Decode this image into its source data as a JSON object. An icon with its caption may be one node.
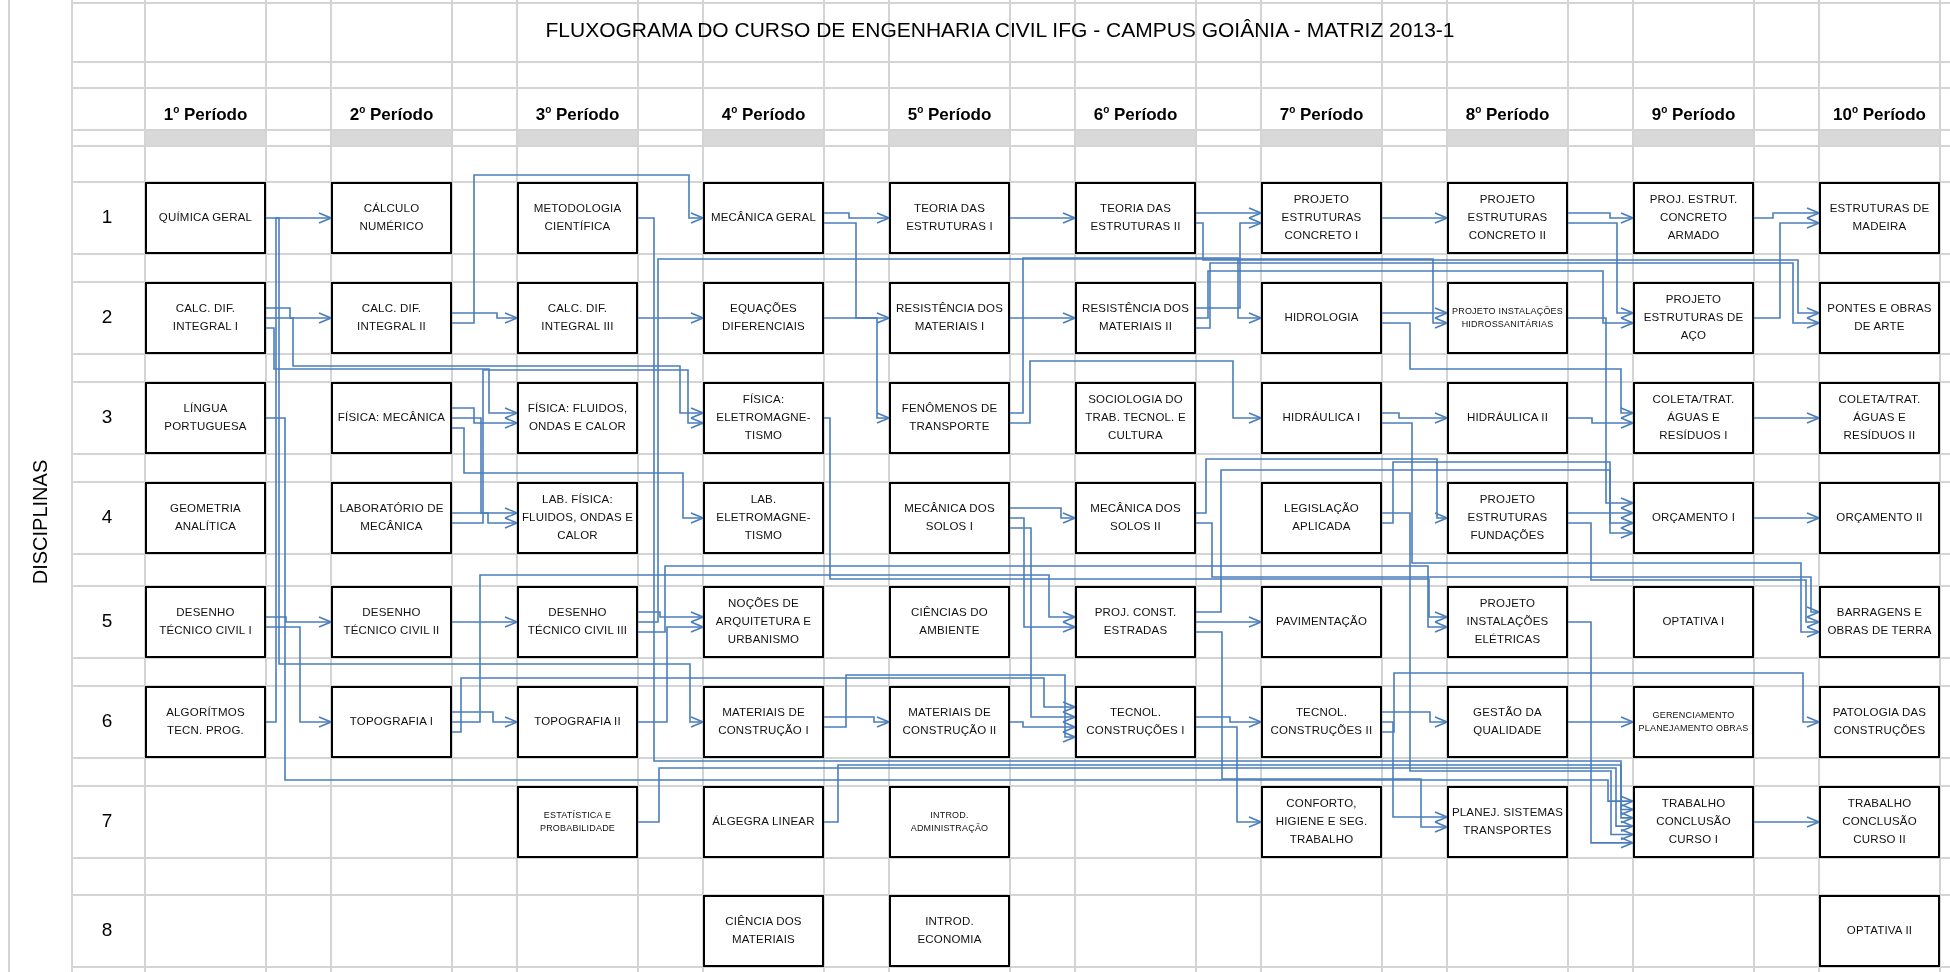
{
  "diagram": {
    "title": "FLUXOGRAMA DO CURSO DE ENGENHARIA CIVIL IFG - CAMPUS GOIÂNIA - MATRIZ 2013-1",
    "nodes": [
      {
        "text": [
          "QUÍMICA GERAL"
        ]
      },
      {
        "text": [
          "CÁLCULO NUMÉRICO"
        ]
      },
      {
        "text": [
          "METODOLOGIA CIENTÍFICA"
        ]
      },
      {
        "text": [
          "MECÂNICA GERAL"
        ]
      },
      {
        "text": [
          "TEORIA DAS ESTRUTURAS I"
        ]
      },
      {
        "text": [
          "TEORIA DAS ESTRUTURAS II"
        ]
      },
      {
        "text": [
          "PROJETO ESTRUTURAS CONCRETO I"
        ]
      },
      {
        "text": [
          "PROJETO ESTRUTURAS CONCRETO II"
        ]
      },
      {
        "text": [
          "PROJ. ESTRUT. CONCRETO ARMADO"
        ]
      },
      {
        "text": [
          "ESTRUTURAS DE MADEIRA"
        ]
      },
      {
        "text": [
          "CALC. DIF. INTEGRAL I"
        ]
      },
      {
        "text": [
          "CALC. DIF. INTEGRAL II"
        ]
      },
      {
        "text": [
          "CALC. DIF. INTEGRAL III"
        ]
      },
      {
        "text": [
          "EQUAÇÕES DIFERENCIAIS"
        ]
      },
      {
        "text": [
          "RESISTÊNCIA DOS MATERIAIS I"
        ]
      },
      {
        "text": [
          "RESISTÊNCIA DOS MATERIAIS II"
        ]
      },
      {
        "text": [
          "HIDROLOGIA"
        ]
      },
      {
        "text": [
          "PROJETO INSTALAÇÕES HIDROSSANITÁRIAS"
        ]
      },
      {
        "text": [
          "PROJETO ESTRUTURAS DE AÇO"
        ]
      },
      {
        "text": [
          "PONTES E OBRAS DE ARTE"
        ]
      },
      {
        "text": [
          "LÍNGUA PORTUGUESA"
        ]
      },
      {
        "text": [
          "FÍSICA: MECÂNICA"
        ]
      },
      {
        "text": [
          "FÍSICA: FLUIDOS, ONDAS E CALOR"
        ]
      },
      {
        "text": [
          "FÍSICA: ELETROMAGNE-TISMO"
        ]
      },
      {
        "text": [
          "FENÔMENOS DE TRANSPORTE"
        ]
      },
      {
        "text": [
          "SOCIOLOGIA DO TRAB. TECNOL. E CULTURA"
        ]
      },
      {
        "text": [
          "HIDRÁULICA I"
        ]
      },
      {
        "text": [
          "HIDRÁULICA II"
        ]
      },
      {
        "text": [
          "COLETA/TRAT. ÁGUAS E RESÍDUOS I"
        ]
      },
      {
        "text": [
          "COLETA/TRAT. ÁGUAS E RESÍDUOS II"
        ]
      },
      {
        "text": [
          "GEOMETRIA ANALÍTICA"
        ]
      },
      {
        "text": [
          "LABORATÓRIO DE MECÂNICA"
        ]
      },
      {
        "text": [
          "LAB. FÍSICA: FLUIDOS, ONDAS E CALOR"
        ]
      },
      {
        "text": [
          "LAB. ELETROMAGNE-TISMO"
        ]
      },
      {
        "text": [
          "MECÂNICA DOS SOLOS I"
        ]
      },
      {
        "text": [
          "MECÂNICA DOS SOLOS II"
        ]
      },
      {
        "text": [
          "LEGISLAÇÃO APLICADA"
        ]
      },
      {
        "text": [
          "PROJETO ESTRUTURAS FUNDAÇÕES"
        ]
      },
      {
        "text": [
          "ORÇAMENTO I"
        ]
      },
      {
        "text": [
          "ORÇAMENTO II"
        ]
      },
      {
        "text": [
          "DESENHO TÉCNICO CIVIL I"
        ]
      },
      {
        "text": [
          "DESENHO TÉCNICO CIVIL II"
        ]
      },
      {
        "text": [
          "DESENHO TÉCNICO CIVIL III"
        ]
      },
      {
        "text": [
          "NOÇÕES DE ARQUITETURA E URBANISMO"
        ]
      },
      {
        "text": [
          "CIÊNCIAS DO AMBIENTE"
        ]
      },
      {
        "text": [
          "PROJ. CONST. ESTRADAS"
        ]
      },
      {
        "text": [
          "PAVIMENTAÇÃO"
        ]
      },
      {
        "text": [
          "PROJETO INSTALAÇÕES ELÉTRICAS"
        ]
      },
      {
        "text": [
          "OPTATIVA I"
        ]
      },
      {
        "text": [
          "BARRAGENS E OBRAS DE TERRA"
        ]
      },
      {
        "text": [
          "ALGORÍTMOS TECN. PROG."
        ]
      },
      {
        "text": [
          "TOPOGRAFIA I"
        ]
      },
      {
        "text": [
          "TOPOGRAFIA II"
        ]
      },
      {
        "text": [
          "MATERIAIS DE CONSTRUÇÃO I"
        ]
      },
      {
        "text": [
          "MATERIAIS DE CONSTRUÇÃO II"
        ]
      },
      {
        "text": [
          "TECNOL. CONSTRUÇÕES I"
        ]
      },
      {
        "text": [
          "TECNOL. CONSTRUÇÕES II"
        ]
      },
      {
        "text": [
          "GESTÃO DA QUALIDADE"
        ]
      },
      {
        "text": [
          "GERENCIAMENTO PLANEJAMENTO OBRAS"
        ]
      },
      {
        "text": [
          "PATOLOGIA DAS CONSTRUÇÕES"
        ]
      },
      {
        "text": [
          "ESTATÍSTICA E PROBABILIDADE"
        ]
      },
      {
        "text": [
          "ÁLGEGRA LINEAR"
        ]
      },
      {
        "text": [
          "INTROD. ADMINISTRAÇÃO"
        ]
      },
      {
        "text": [
          "CONFORTO, HIGIENE E SEG. TRABALHO"
        ]
      },
      {
        "text": [
          "PLANEJ. SISTEMAS TRANSPORTES"
        ]
      },
      {
        "text": [
          "TRABALHO CONCLUSÃO CURSO I"
        ]
      },
      {
        "text": [
          "TRABALHO CONCLUSÃO CURSO II"
        ]
      },
      {
        "text": [
          "CIÊNCIA DOS MATERIAIS"
        ]
      },
      {
        "text": [
          "INTROD. ECONOMIA"
        ]
      },
      {
        "text": [
          "OPTATIVA II"
        ]
      }
    ],
    "edges": [
      {
        "from": 50,
        "to": 1,
        "arrow": "to"
      },
      {
        "from": 0,
        "to": 53,
        "arrow": "to"
      },
      {
        "from": 10,
        "to": 11,
        "arrow": "to"
      },
      {
        "from": 10,
        "to": 23,
        "arrow": "to"
      },
      {
        "from": 10,
        "to": 22,
        "arrow": "to"
      },
      {
        "from": 11,
        "to": 12,
        "arrow": "to"
      },
      {
        "from": 11,
        "to": 3,
        "arrow": "to"
      },
      {
        "from": 12,
        "to": 13,
        "arrow": "to"
      },
      {
        "from": 21,
        "to": 22,
        "arrow": "to"
      },
      {
        "from": 21,
        "to": 32,
        "arrow": "to"
      },
      {
        "from": 31,
        "to": 32,
        "arrow": "to"
      },
      {
        "from": 31,
        "to": 23,
        "arrow": "to"
      },
      {
        "from": 21,
        "to": 33,
        "arrow": "to"
      },
      {
        "from": 20,
        "to": 65,
        "arrow": "to"
      },
      {
        "from": 40,
        "to": 41,
        "arrow": "to"
      },
      {
        "from": 41,
        "to": 42,
        "arrow": "to"
      },
      {
        "from": 40,
        "to": 51,
        "arrow": "to"
      },
      {
        "from": 51,
        "to": 52,
        "arrow": "to"
      },
      {
        "from": 51,
        "to": 45,
        "arrow": "to"
      },
      {
        "from": 51,
        "to": 55,
        "arrow": "to"
      },
      {
        "from": 2,
        "to": 65,
        "arrow": "to"
      },
      {
        "from": 3,
        "to": 4,
        "arrow": "to"
      },
      {
        "from": 3,
        "to": 14,
        "arrow": "to"
      },
      {
        "from": 4,
        "to": 5,
        "arrow": "to"
      },
      {
        "from": 14,
        "to": 15,
        "arrow": "to"
      },
      {
        "from": 13,
        "to": 24,
        "arrow": "to"
      },
      {
        "from": 23,
        "to": 47,
        "arrow": "to"
      },
      {
        "from": 24,
        "to": 16,
        "arrow": "to"
      },
      {
        "from": 24,
        "to": 26,
        "arrow": "to"
      },
      {
        "from": 5,
        "to": 6,
        "arrow": "to"
      },
      {
        "from": 15,
        "to": 6,
        "arrow": "to"
      },
      {
        "from": 34,
        "to": 35,
        "arrow": "to"
      },
      {
        "from": 34,
        "to": 45,
        "arrow": "to"
      },
      {
        "from": 34,
        "to": 55,
        "arrow": "to"
      },
      {
        "from": 35,
        "to": 37,
        "arrow": "to"
      },
      {
        "from": 6,
        "to": 7,
        "arrow": "to"
      },
      {
        "from": 7,
        "to": 8,
        "arrow": "to"
      },
      {
        "from": 7,
        "to": 18,
        "arrow": "to"
      },
      {
        "from": 15,
        "to": 18,
        "arrow": "to"
      },
      {
        "from": 8,
        "to": 9,
        "arrow": "to"
      },
      {
        "from": 18,
        "to": 9,
        "arrow": "to"
      },
      {
        "from": 5,
        "to": 19,
        "arrow": "to"
      },
      {
        "from": 15,
        "to": 19,
        "arrow": "to"
      },
      {
        "from": 16,
        "to": 17,
        "arrow": "to"
      },
      {
        "from": 16,
        "to": 28,
        "arrow": "to"
      },
      {
        "from": 26,
        "to": 27,
        "arrow": "to"
      },
      {
        "from": 27,
        "to": 28,
        "arrow": "to"
      },
      {
        "from": 28,
        "to": 29,
        "arrow": "to"
      },
      {
        "from": 17,
        "to": 38,
        "arrow": "to"
      },
      {
        "from": 37,
        "to": 38,
        "arrow": "to"
      },
      {
        "from": 38,
        "to": 39,
        "arrow": "to"
      },
      {
        "from": 45,
        "to": 38,
        "arrow": "to"
      },
      {
        "from": 42,
        "to": 43,
        "arrow": "to"
      },
      {
        "from": 52,
        "to": 43,
        "arrow": "to"
      },
      {
        "from": 42,
        "to": 17,
        "arrow": "to"
      },
      {
        "from": 42,
        "to": 47,
        "arrow": "to"
      },
      {
        "from": 53,
        "to": 54,
        "arrow": "to"
      },
      {
        "from": 54,
        "to": 55,
        "arrow": "to"
      },
      {
        "from": 53,
        "to": 55,
        "arrow": "to"
      },
      {
        "from": 45,
        "to": 46,
        "arrow": "to"
      },
      {
        "from": 55,
        "to": 56,
        "arrow": "to"
      },
      {
        "from": 55,
        "to": 63,
        "arrow": "to"
      },
      {
        "from": 56,
        "to": 57,
        "arrow": "to"
      },
      {
        "from": 56,
        "to": 64,
        "arrow": "to"
      },
      {
        "from": 56,
        "to": 59,
        "arrow": "to"
      },
      {
        "from": 57,
        "to": 58,
        "arrow": "to"
      },
      {
        "from": 45,
        "to": 64,
        "arrow": "to"
      },
      {
        "from": 65,
        "to": 66,
        "arrow": "to"
      },
      {
        "from": 61,
        "to": 65,
        "arrow": "to"
      },
      {
        "from": 60,
        "to": 65,
        "arrow": "to"
      },
      {
        "from": 36,
        "to": 65,
        "arrow": "to"
      },
      {
        "from": 47,
        "to": 65,
        "arrow": "to"
      },
      {
        "from": 35,
        "to": 49,
        "arrow": "to"
      },
      {
        "from": 37,
        "to": 49,
        "arrow": "to"
      },
      {
        "from": 26,
        "to": 49,
        "arrow": "to"
      },
      {
        "from": 36,
        "to": 38,
        "arrow": "to"
      }
    ],
    "labels": [
      "1$^{o}$ Período",
      "2$^{o}$ Período",
      "3$^{o}$ Período",
      "4$^{o}$ Período",
      "5$^{o}$ Período",
      "6$^{o}$ Período",
      "7$^{o}$ Período",
      "8$^{o}$ Período",
      "9$^{o}$ Período",
      "10$^{o}$ Período",
      "DISCIPLINAS",
      "1",
      "2",
      "3",
      "4",
      "5",
      "6",
      "7",
      "8"
    ]
  }
}
